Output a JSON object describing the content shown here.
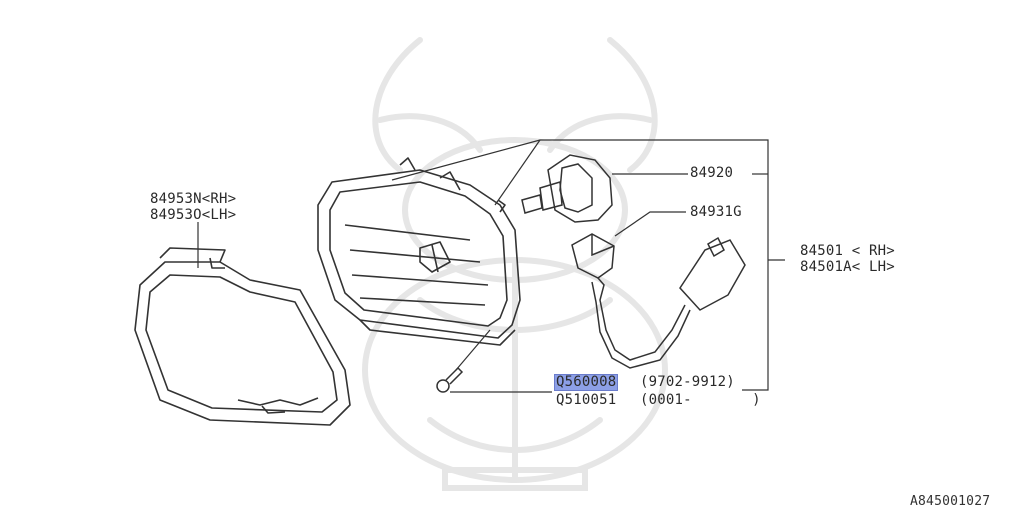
{
  "diagram": {
    "diagram_id": "A845001027",
    "parts": {
      "bezel_rh": "84953N<RH>",
      "bezel_lh": "84953O<LH>",
      "bulb": "84920",
      "socket": "84931G",
      "assembly_rh": "84501 < RH>",
      "assembly_lh": "84501A< LH>",
      "screw_highlighted": "Q560008",
      "screw_highlighted_range": "(9702-9912)",
      "screw_alt": "Q510051",
      "screw_alt_range": "(0001-       )"
    },
    "colors": {
      "line": "#333333",
      "watermark": "#e6e6e6",
      "highlight": "#8c9fe6"
    }
  }
}
